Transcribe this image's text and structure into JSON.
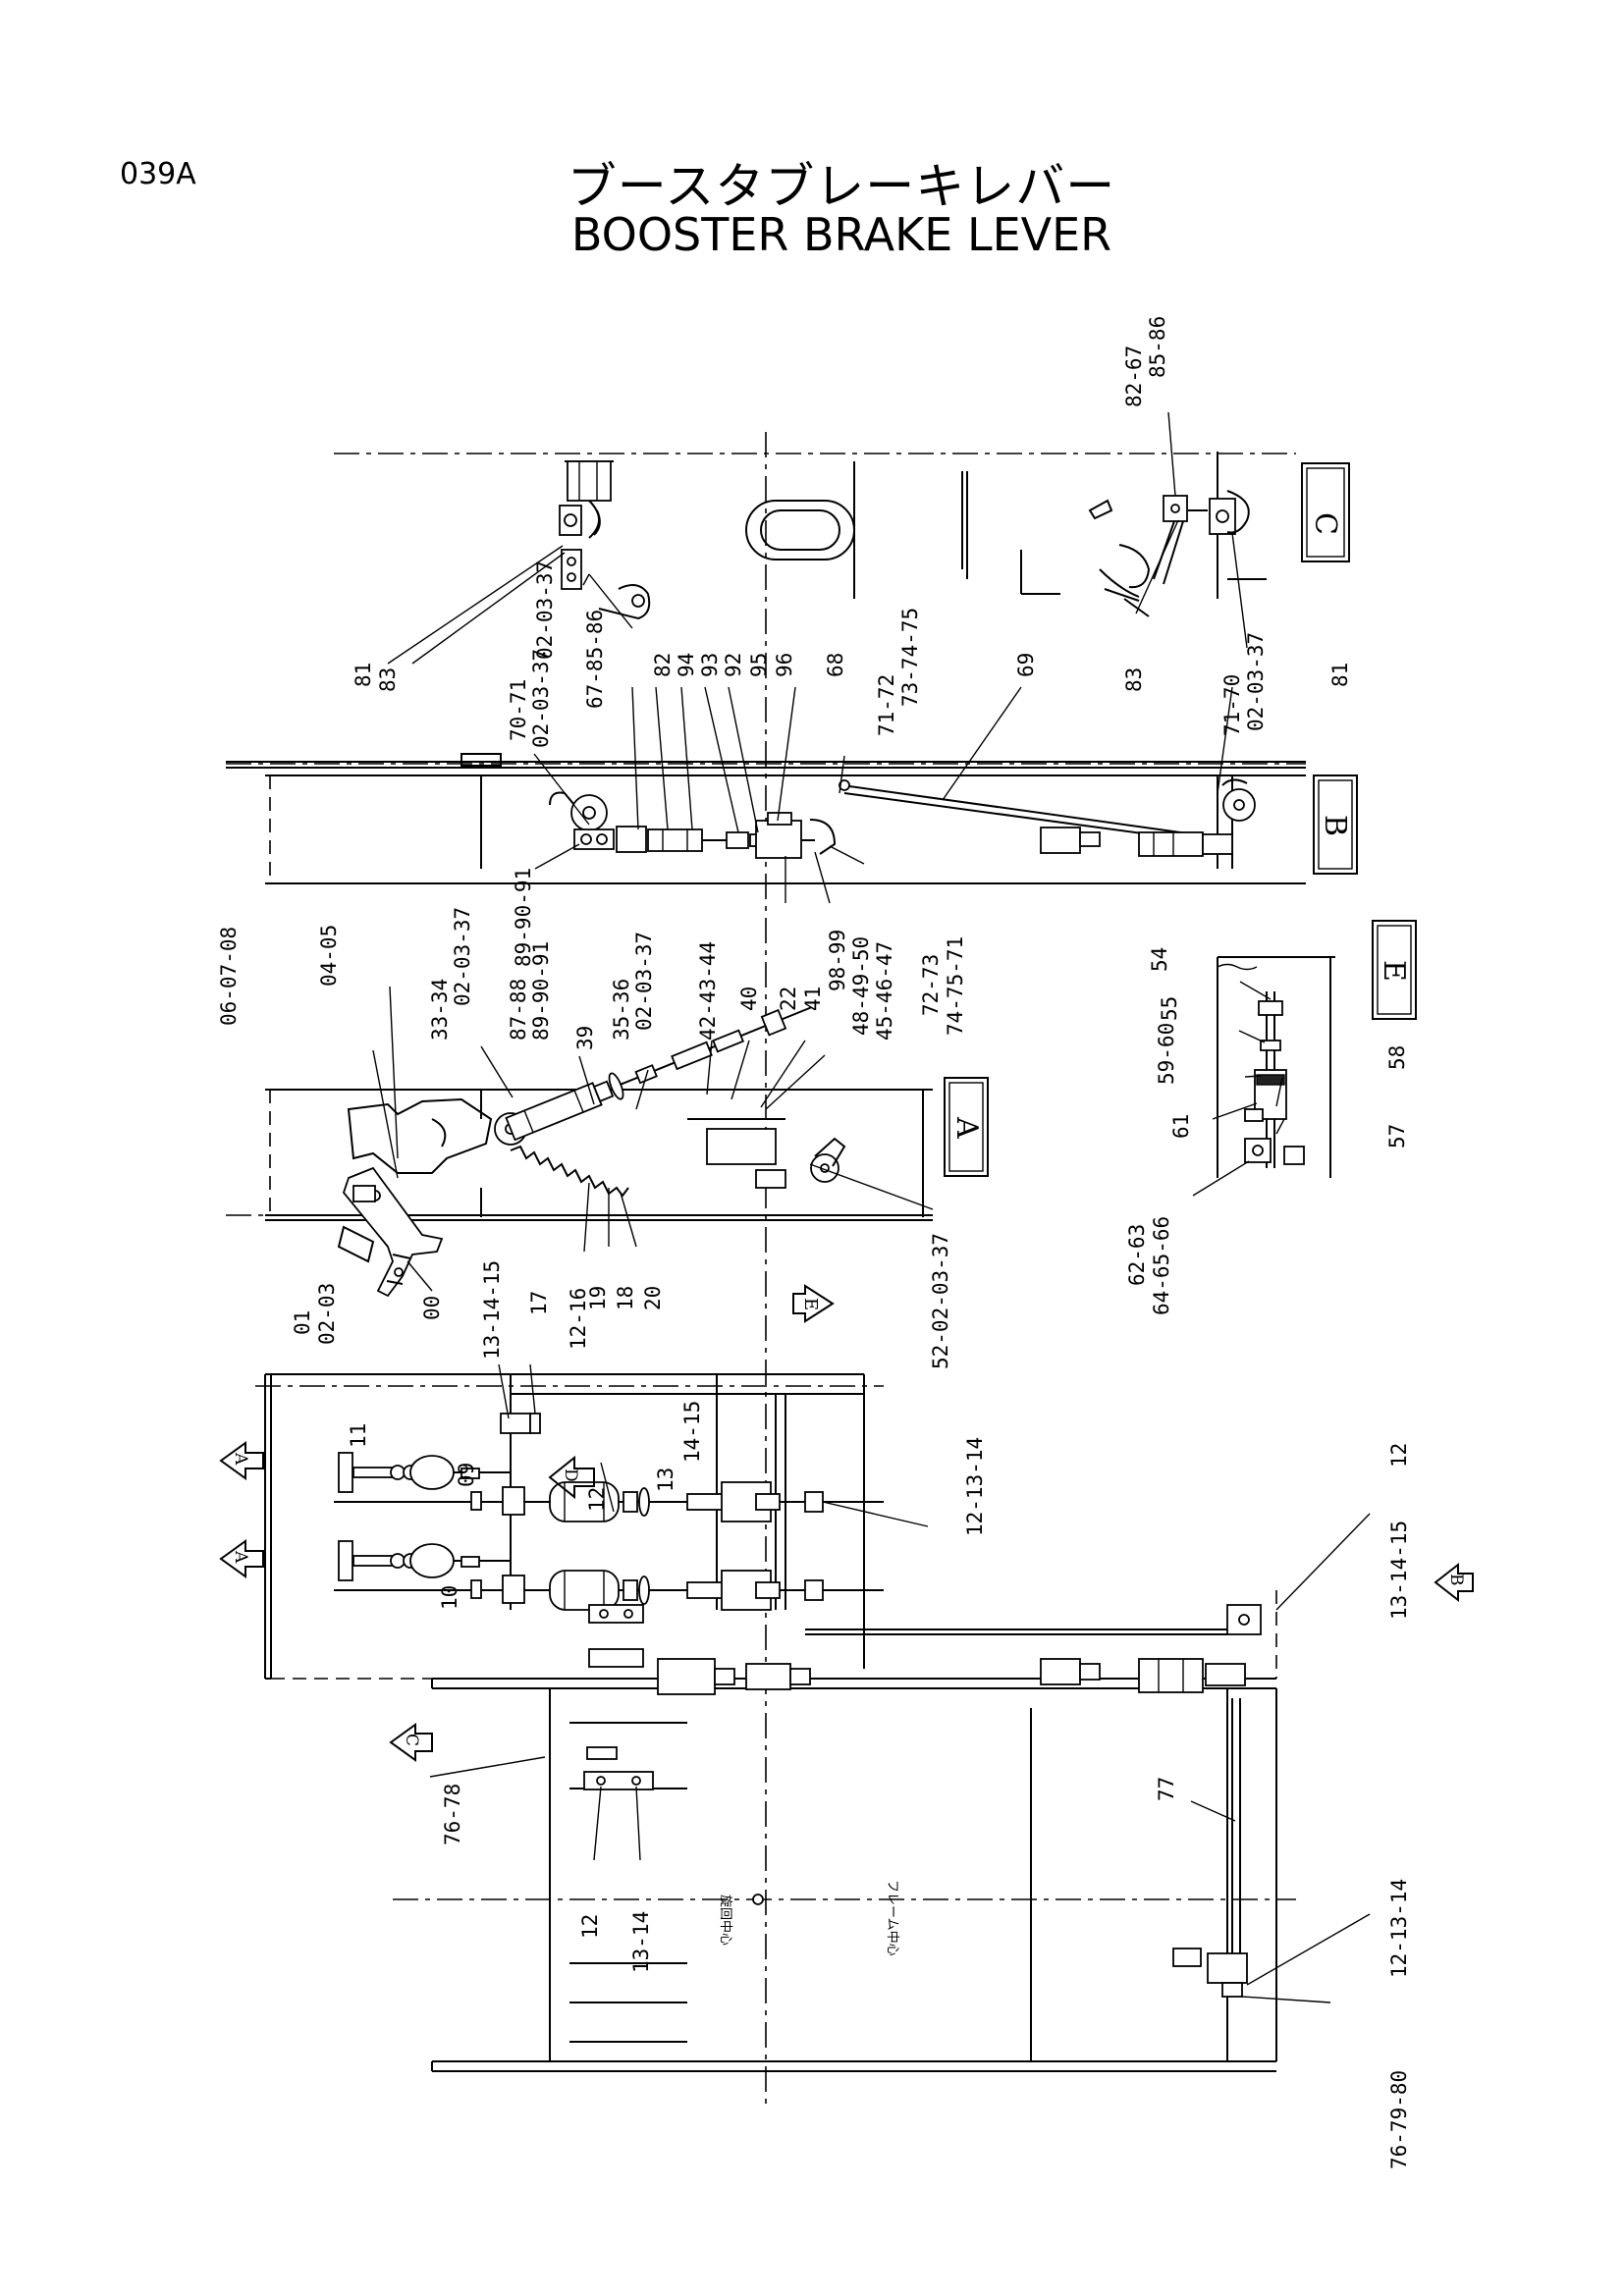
{
  "header": {
    "page_code": "039A",
    "title_jp": "ブースタブレーキレバー",
    "title_en": "BOOSTER BRAKE LEVER"
  },
  "view_labels": {
    "A": "A",
    "B": "B",
    "C": "C",
    "D": "D",
    "E": "E"
  },
  "callouts": {
    "c_81a": "81",
    "c_83a": "83",
    "c_02_03_37a": "02-03-37",
    "c_67_85_86": "67-85-86",
    "c_82a": "82",
    "c_94": "94",
    "c_93": "93",
    "c_92": "92",
    "c_95": "95",
    "c_96": "96",
    "c_68": "68",
    "c_71_72": "71-72",
    "c_73_74_75": "73-74-75",
    "c_69": "69",
    "c_83b": "83",
    "c_71_70": "71-70",
    "c_02_03_37b": "02-03-37",
    "c_81b": "81",
    "c_82_67": "82-67",
    "c_85_86": "85-86",
    "c_70_71": "70-71",
    "c_02_03_37c": "02-03-37",
    "c_91": "87-88",
    "c_89_90_91": "89-90-91",
    "c_33_34": "33-34",
    "c_02_03_37d": "02-03-37",
    "c_35_36": "35-36",
    "c_02_03_37e": "02-03-37",
    "c_42_43_44": "42-43-44",
    "c_40": "40",
    "c_41": "41",
    "c_22": "22",
    "c_98_99": "98-99",
    "c_48_49_50": "48-49-50",
    "c_45_46_47": "45-46-47",
    "c_72_73": "72-73",
    "c_74_75_71": "74-75-71",
    "c_06_07_08": "06-07-08",
    "c_04_05": "04-05",
    "c_39": "39",
    "c_52_02_03_37": "52-02-03-37",
    "c_01": "01",
    "c_02_03": "02-03",
    "c_00": "00",
    "c_19": "19",
    "c_18": "18",
    "c_20": "20",
    "c_12_16": "12-16",
    "c_17": "17",
    "c_13_14_15a": "13-14-15",
    "c_54": "54",
    "c_55": "55",
    "c_59_60": "59-60",
    "c_58": "58",
    "c_61": "61",
    "c_57": "57",
    "c_64_65_66": "64-65-66",
    "c_62_63": "62-63",
    "c_09": "09",
    "c_11": "11",
    "c_10": "10",
    "c_12a": "12",
    "c_13a": "13",
    "c_14_15": "14-15",
    "c_12_13_14a": "12-13-14",
    "c_12b": "12",
    "c_13_14_15b": "13-14-15",
    "c_76_78": "76-78",
    "c_12c": "12",
    "c_13_14": "13-14",
    "c_77": "77",
    "c_12_13_14b": "12-13-14",
    "c_76_79_80": "76-79-80"
  },
  "notes": {
    "frame_center": "フレーム中心",
    "swing_center": "旋回中心"
  }
}
